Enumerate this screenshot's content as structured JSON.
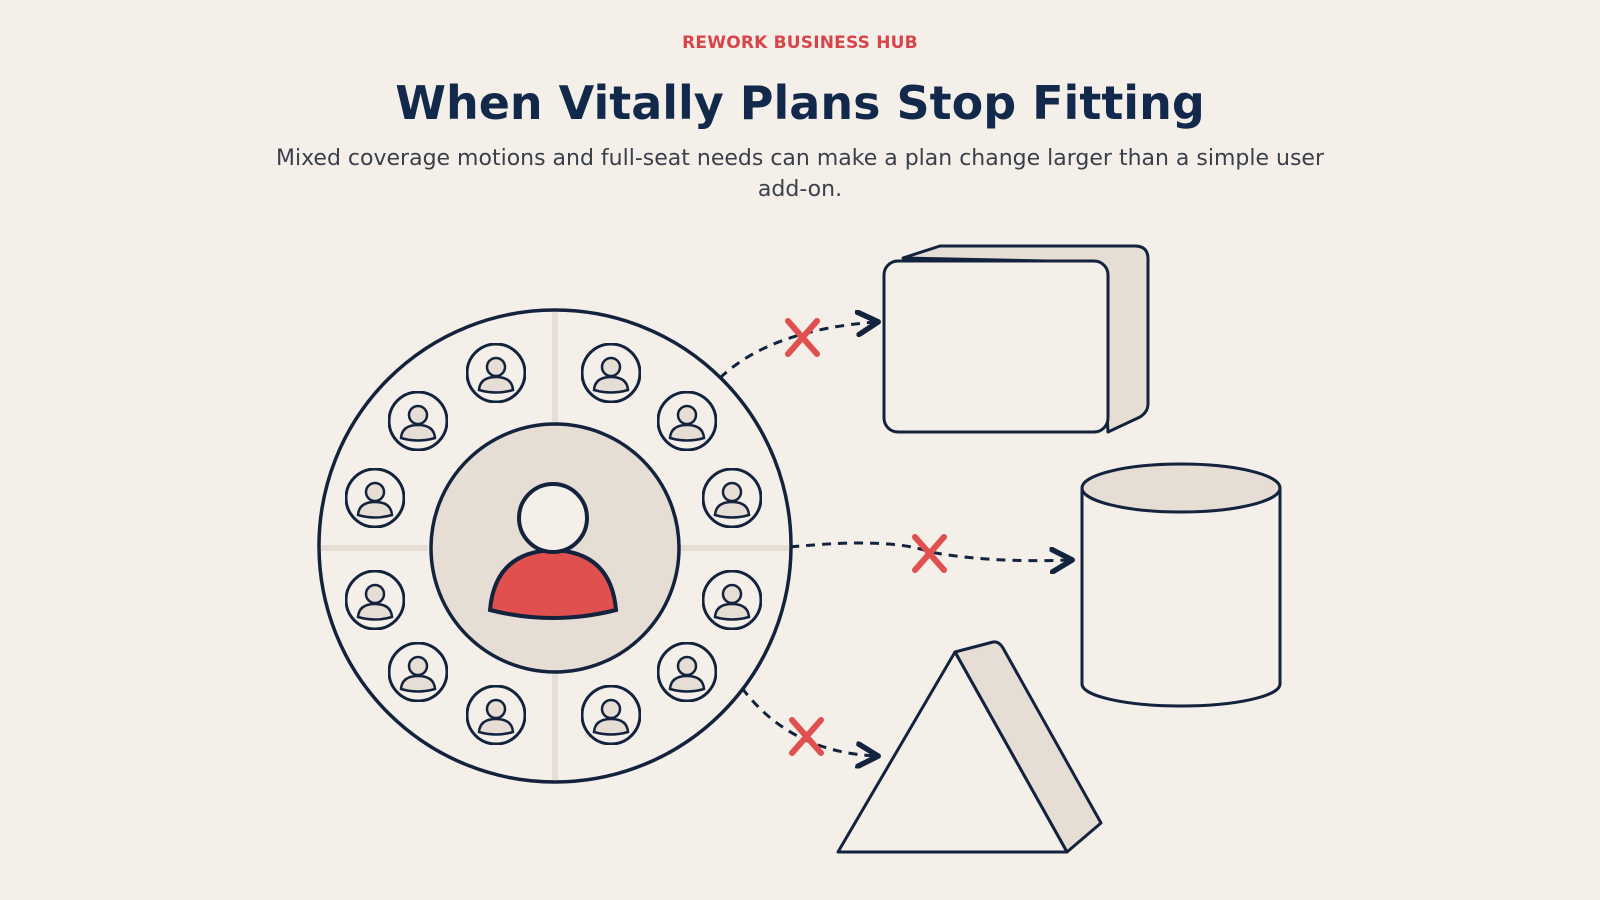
{
  "header": {
    "eyebrow": "REWORK BUSINESS HUB",
    "title": "When Vitally Plans Stop Fitting",
    "subtitle": "Mixed coverage motions and full-seat needs can make a plan change larger than a simple user add-on."
  },
  "diagram": {
    "colors": {
      "ink": "#13223d",
      "accent": "#e0504f",
      "fill": "#e6ddd4",
      "background": "#f4f0e9"
    },
    "hub": {
      "center_icon": "user-icon",
      "seat_icon_count": 12
    },
    "paths": [
      {
        "target": "box-shape",
        "blocked": true
      },
      {
        "target": "cylinder-shape",
        "blocked": true
      },
      {
        "target": "triangle-prism-shape",
        "blocked": true
      }
    ]
  }
}
